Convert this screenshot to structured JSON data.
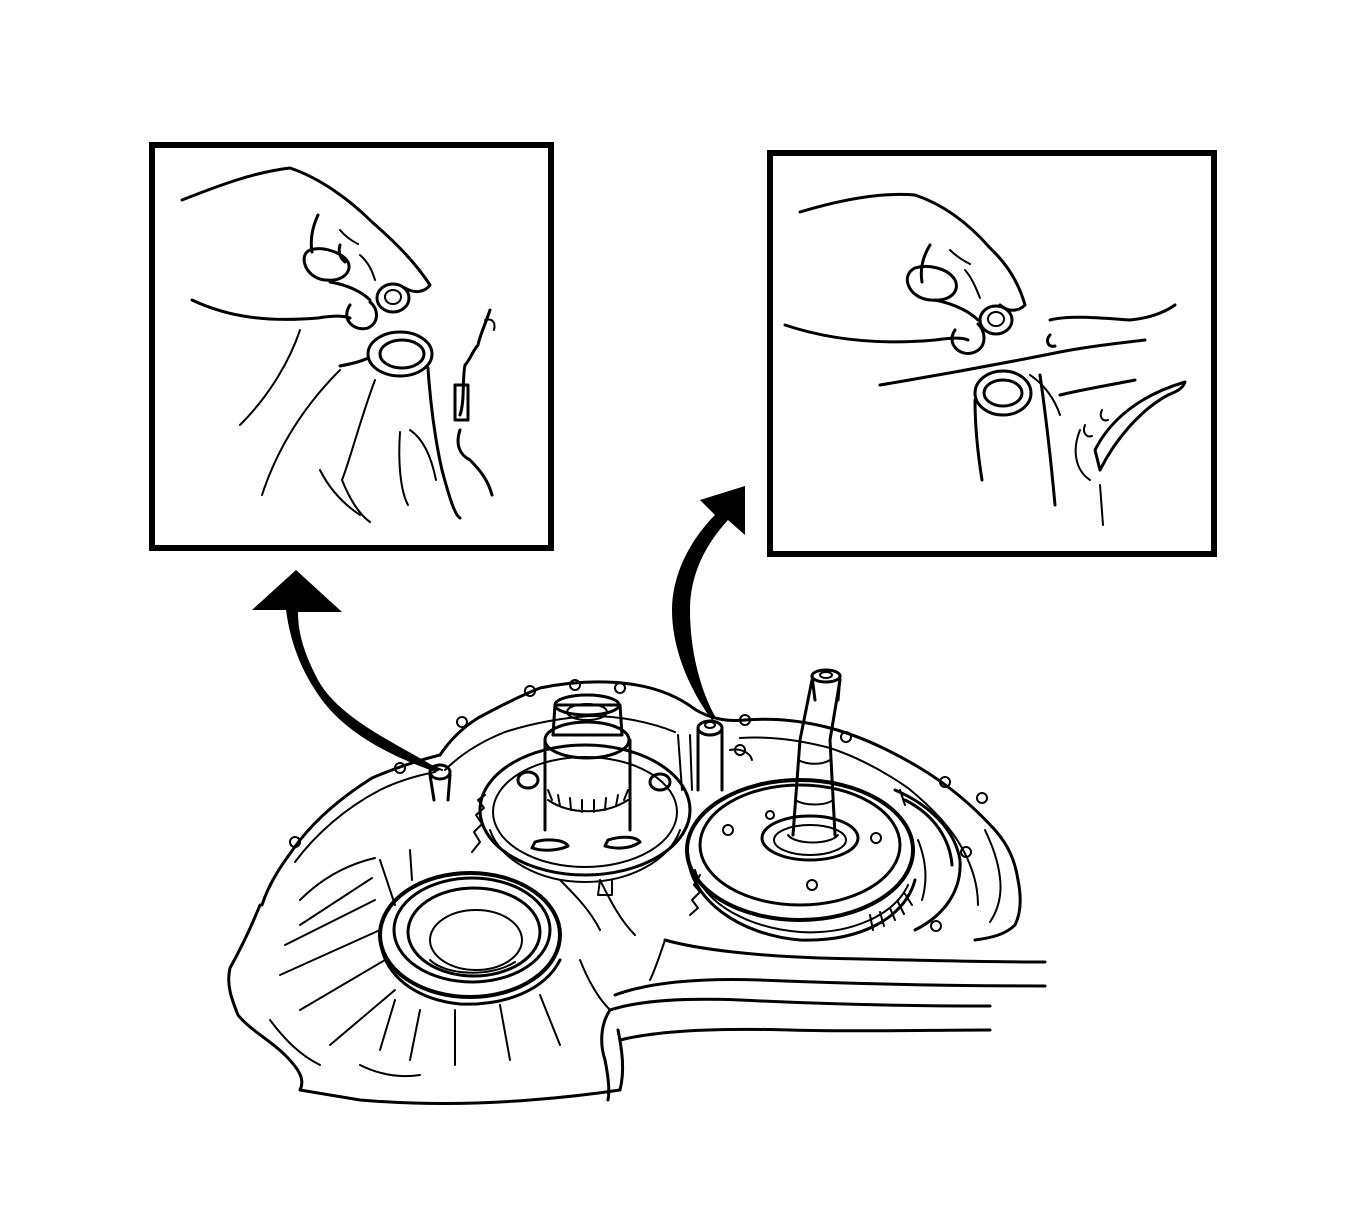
{
  "colors": {
    "line": "#000000",
    "background": "#ffffff"
  },
  "figure": {
    "insets": [
      {
        "id": "left",
        "subject": "hand-installing-seal-into-case-bore"
      },
      {
        "id": "right",
        "subject": "hand-installing-seal-into-case-bore"
      }
    ],
    "callout_arrows": 2
  }
}
